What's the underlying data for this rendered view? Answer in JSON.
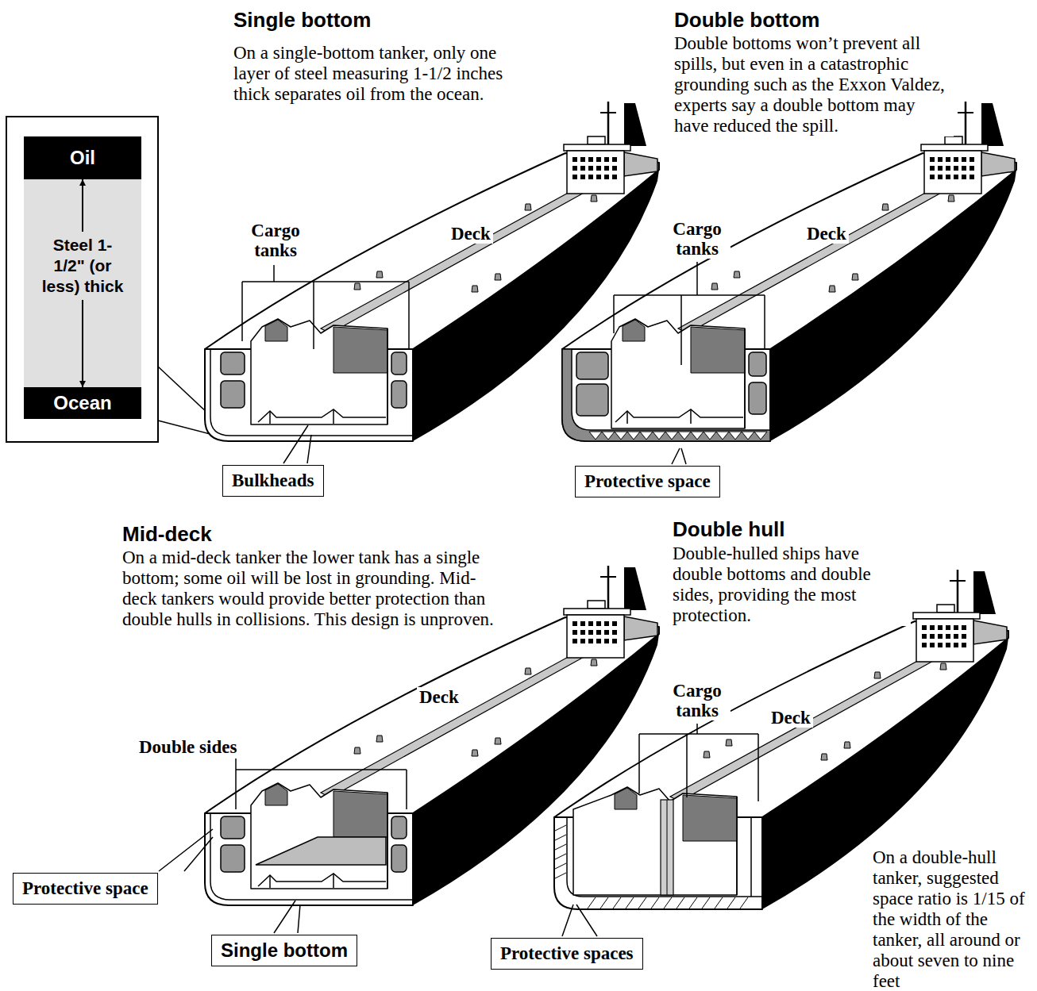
{
  "diagram": {
    "nodes": [
      {
        "text": [
          "Oil"
        ]
      },
      {
        "text": [
          "Steel 1-1/2\" (or less) thick"
        ]
      },
      {
        "text": [
          "Ocean"
        ]
      },
      {
        "text": [
          "Bulkheads"
        ]
      },
      {
        "text": [
          "Protective space"
        ]
      },
      {
        "text": [
          "Protective space"
        ]
      },
      {
        "text": [
          "Single bottom"
        ]
      },
      {
        "text": [
          "Protective spaces"
        ]
      }
    ],
    "edges": [
      {
        "from": 1,
        "to": 0,
        "arrow": "to"
      },
      {
        "from": 1,
        "to": 2,
        "arrow": "to"
      }
    ],
    "labels": [
      "Single bottom",
      "On a single-bottom tanker, only one layer of steel measuring 1-1/2 inches thick separates oil from the ocean.",
      "Double bottom",
      "Double bottoms won’t prevent all spills, but even in a catastrophic grounding such as the Exxon Valdez, experts say a double bottom may have reduced the spill.",
      "Cargo tanks",
      "Deck",
      "Cargo tanks",
      "Deck",
      "Mid-deck",
      "On a mid-deck tanker the lower tank has a single bottom; some oil will be lost in grounding. Mid-deck tankers would provide better protection than double hulls in collisions. This design is unproven.",
      "Deck",
      "Double sides",
      "Double hull",
      "Double-hulled ships have double bottoms and double sides, providing the most protection.",
      "Cargo tanks",
      "Deck",
      "On a double-hull tanker, suggested space ratio is 1/15 of the width of the tanker, all around or about seven to nine feet"
    ]
  }
}
